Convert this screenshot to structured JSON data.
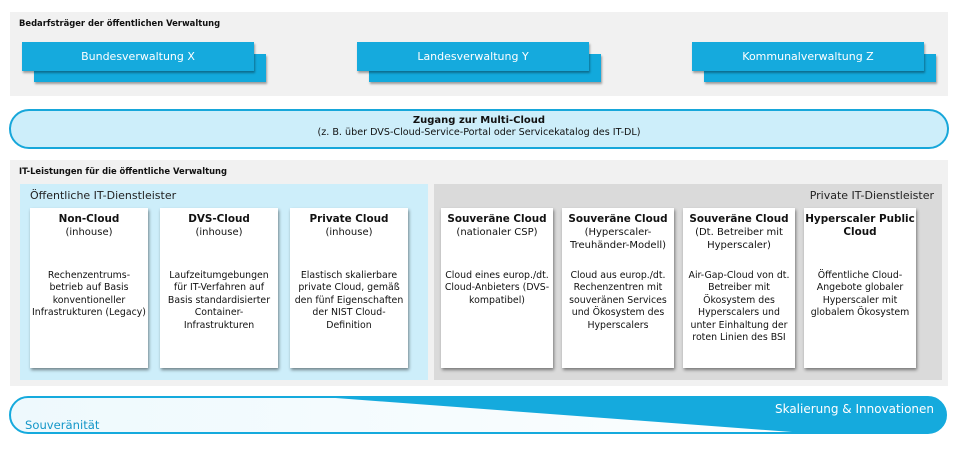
{
  "demand_section": {
    "title": "Bedarfsträger der öffentlichen Verwaltung",
    "entities": [
      "Bundesverwaltung X",
      "Landesverwaltung Y",
      "Kommunalverwaltung Z"
    ]
  },
  "access": {
    "title": "Zugang zur Multi-Cloud",
    "subtitle": "(z. B. über DVS-Cloud-Service-Portal oder Servicekatalog des IT-DL)"
  },
  "it_section": {
    "title": "IT-Leistungen für die öffentliche Verwaltung",
    "public_group": {
      "label": "Öffentliche IT-Dienstleister",
      "cards": [
        {
          "title": "Non-Cloud",
          "subtitle": "(inhouse)",
          "description": "Rechenzentrums-betrieb auf Basis konventioneller Infrastrukturen (Legacy)"
        },
        {
          "title": "DVS-Cloud",
          "subtitle": "(inhouse)",
          "description": "Laufzeitumgebungen für IT-Verfahren auf Basis standardisierter Container-Infrastrukturen"
        },
        {
          "title": "Private Cloud",
          "subtitle": "(inhouse)",
          "description": "Elastisch skalierbare private Cloud, gemäß den fünf Eigenschaften der NIST Cloud-Definition"
        }
      ]
    },
    "private_group": {
      "label": "Private IT-Dienstleister",
      "cards": [
        {
          "title": "Souveräne Cloud",
          "subtitle": "(nationaler CSP)",
          "description": "Cloud eines europ./dt. Cloud-Anbieters (DVS-kompatibel)"
        },
        {
          "title": "Souveräne Cloud",
          "subtitle": "(Hyperscaler-Treuhänder-Modell)",
          "description": "Cloud aus europ./dt. Rechenzentren mit souveränen Services und Ökosystem des Hyperscalers"
        },
        {
          "title": "Souveräne Cloud",
          "subtitle": "(Dt. Betreiber mit Hyperscaler)",
          "description": "Air-Gap-Cloud von dt. Betreiber mit Ökosystem des Hyperscalers und unter Einhaltung der roten Linien des BSI"
        },
        {
          "title": "Hyperscaler Public Cloud",
          "subtitle": "",
          "description": "Öffentliche Cloud-Angebote globaler Hyperscaler mit globalem Ökosystem"
        }
      ]
    }
  },
  "spectrum": {
    "left_label": "Souveränität",
    "right_label": "Skalierung & Innovationen"
  },
  "colors": {
    "accent": "#15aadd",
    "light_accent": "#cdeefa",
    "band": "#f1f1f1",
    "private_bg": "#dadada"
  }
}
